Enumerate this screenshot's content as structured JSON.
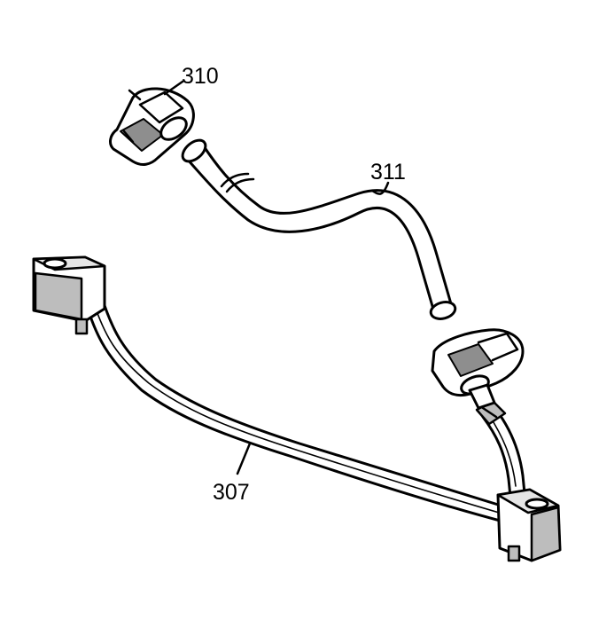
{
  "callouts": {
    "clamp_top": "310",
    "hose": "311",
    "pipe": "307"
  }
}
